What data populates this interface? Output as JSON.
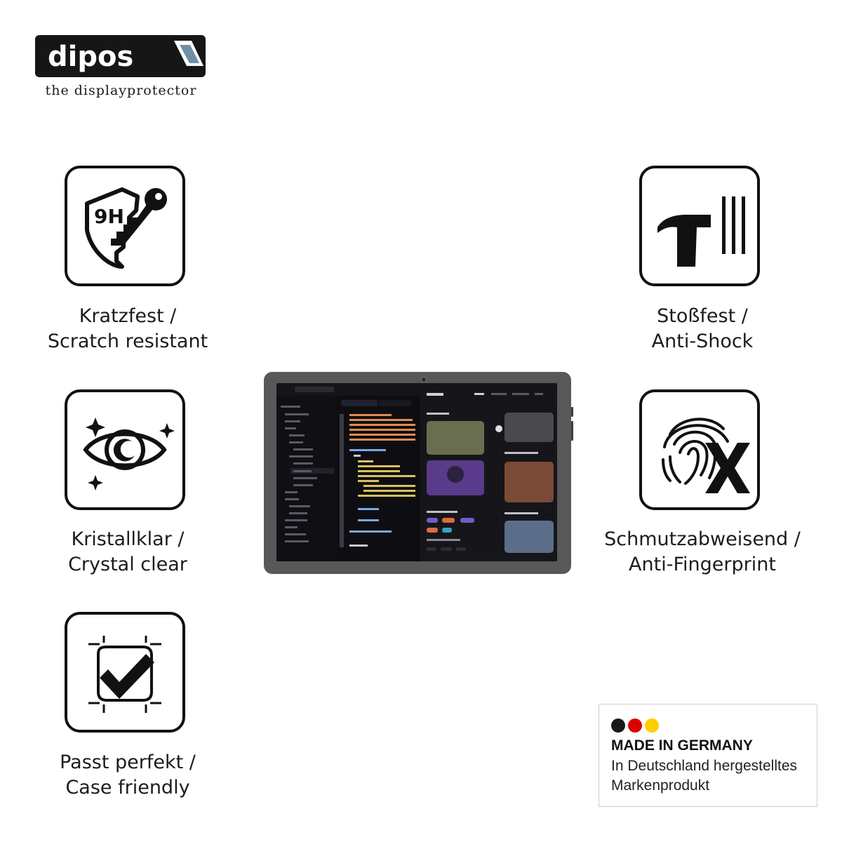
{
  "brand": {
    "logo_text": "dipos",
    "tagline": "the displayprotector"
  },
  "features": [
    {
      "icon": "shield-key-9h-icon",
      "badge_text": "9H",
      "line1": "Kratzfest /",
      "line2": "Scratch resistant"
    },
    {
      "icon": "hammer-impact-icon",
      "line1": "Stoßfest /",
      "line2": "Anti-Shock"
    },
    {
      "icon": "eye-sparkle-icon",
      "line1": "Kristallklar /",
      "line2": "Crystal clear"
    },
    {
      "icon": "fingerprint-x-icon",
      "line1": "Schmutzabweisend /",
      "line2": "Anti-Fingerprint"
    },
    {
      "icon": "checkmark-frame-icon",
      "line1": "Passt perfekt /",
      "line2": "Case friendly"
    }
  ],
  "made_in": {
    "flag_colors": [
      "#1a1a1a",
      "#dd0000",
      "#ffce00"
    ],
    "title": "MADE IN GERMANY",
    "line1": "In Deutschland hergestelltes",
    "line2": "Markenprodukt"
  },
  "tablet": {
    "icon": "tablet-device-icon",
    "colors": {
      "frame": "#58585a",
      "screen": "#0c0c10"
    }
  }
}
